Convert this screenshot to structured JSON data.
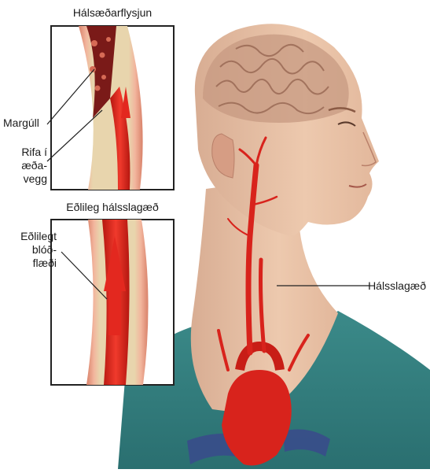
{
  "panels": {
    "top_title": "Hálsæðarflysjun",
    "bottom_title": "Eðlileg hálsslagæð"
  },
  "labels": {
    "clot": "Margúll",
    "tear": [
      "Rifa í",
      "æða-",
      "vegg"
    ],
    "normal_flow": [
      "Eðlilegt",
      "blóð-",
      "flæði"
    ],
    "carotid": "Hálsslagæð"
  },
  "colors": {
    "blood": "#d8231c",
    "vessel_wall": "#e8d2a6",
    "vessel_outer": "#e9a087",
    "skin": "#e9c3a8",
    "shirt": "#2f7d7d",
    "brain": "#b98a72",
    "vein": "#3a4a8c"
  }
}
